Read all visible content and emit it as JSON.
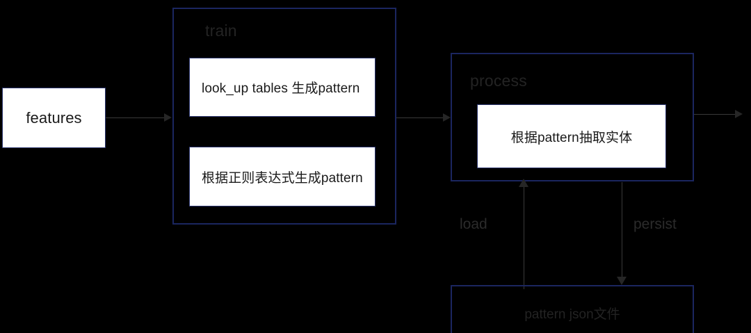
{
  "diagram": {
    "background_color": "#000000",
    "border_color": "#1b2660",
    "box_fill_color": "#ffffff",
    "label_color": "#232323",
    "connector_color": "#3a3a3a",
    "nodes": {
      "features": {
        "label": "features"
      },
      "train_group": {
        "label": "train"
      },
      "train_step_1": {
        "label": "look_up tables 生成pattern"
      },
      "train_step_2": {
        "label": "根据正则表达式生成pattern"
      },
      "process_group": {
        "label": "process"
      },
      "process_step_1": {
        "label": "根据pattern抽取实体"
      },
      "pattern_store": {
        "label": "pattern json文件"
      }
    },
    "edges": {
      "features_to_train": {
        "label": ""
      },
      "train_to_process": {
        "label": ""
      },
      "process_to_output": {
        "label": ""
      },
      "store_to_process": {
        "label": "load"
      },
      "process_to_store": {
        "label": "persist"
      }
    }
  }
}
